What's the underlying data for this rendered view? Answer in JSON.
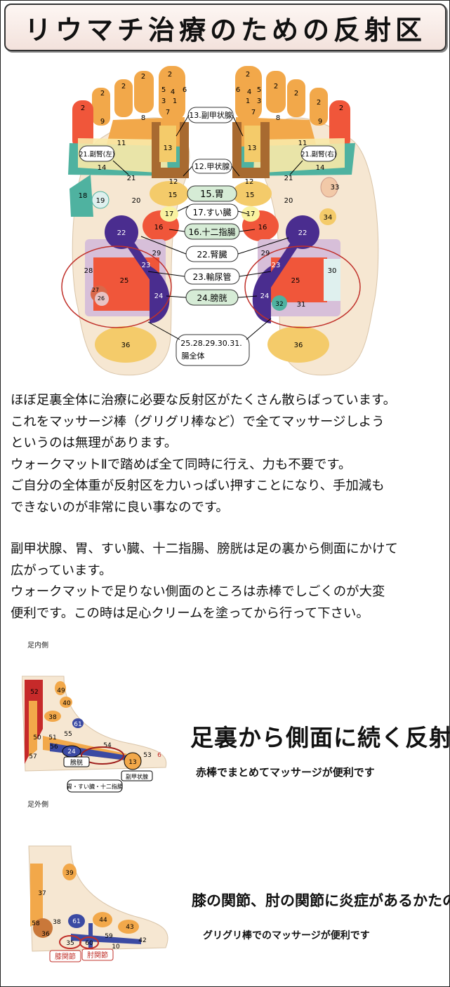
{
  "title": "リウマチ治療のための反射区",
  "diagram": {
    "zones": {
      "n2": "2",
      "n3": "3",
      "n4": "4",
      "n5": "5",
      "n6": "6",
      "n1": "1",
      "n7": "7",
      "n8": "8",
      "n9": "9",
      "n11": "11",
      "n12": "12",
      "n13": "13",
      "n14": "14",
      "n15": "15",
      "n16": "16",
      "n17": "17",
      "n18": "18",
      "n19": "19",
      "n20": "20",
      "n21": "21",
      "n22": "22",
      "n23": "23",
      "n24": "24",
      "n25": "25",
      "n26": "26",
      "n27": "27",
      "n28": "28",
      "n29": "29",
      "n30": "30",
      "n31": "31",
      "n32": "32",
      "n33": "33",
      "n34": "34",
      "n36": "36"
    },
    "labels": {
      "adrenal": "13.副甲状腺",
      "thyroid": "12.甲状腺",
      "stomach": "15.胃",
      "pancreas": "17.すい臓",
      "duodenum": "16.十二指腸",
      "kidney": "22.腎臓",
      "ureter": "23.輸尿管",
      "bladder": "24.膀胱",
      "intestine_line1": "25.28.29.30.31.",
      "intestine_line2": "腸全体",
      "adrenal_left": "21.副腎(左)",
      "adrenal_right": "21.副腎(右)"
    }
  },
  "body_text": {
    "p1": [
      "ほぼ足裏全体に治療に必要な反射区がたくさん散らばっています。",
      "これをマッサージ棒（グリグリ棒など）で全てマッサージしよう",
      "というのは無理があります。",
      "ウォークマットⅡで踏めば全て同時に行え、力も不要です。",
      "ご自分の全体重が反射区を力いっぱい押すことになり、手加減も",
      "できないのが非常に良い事なのです。"
    ],
    "p2": [
      "副甲状腺、胃、すい臓、十二指腸、膀胱は足の裏から側面にかけて",
      "広がっています。",
      "ウォークマットで足りない側面のところは赤棒でしごくのが大変",
      "便利です。この時は足心クリームを塗ってから行って下さい。"
    ]
  },
  "inner_foot": {
    "section_label": "足内側",
    "numbers": [
      "52",
      "49",
      "40",
      "38",
      "61",
      "55",
      "50",
      "51",
      "56",
      "57",
      "24",
      "54",
      "13",
      "53",
      "6"
    ],
    "tags": {
      "bladder": "膀胱",
      "adrenal": "副甲状腺",
      "digestive": "胃・すい臓・十二指腸"
    },
    "heading": "足裏から側面に続く反射区",
    "subheading": "赤棒でまとめてマッサージが便利です"
  },
  "outer_foot": {
    "section_label": "足外側",
    "numbers": [
      "39",
      "37",
      "58",
      "38",
      "61",
      "44",
      "43",
      "36",
      "35",
      "60",
      "59",
      "10",
      "42"
    ],
    "tags": {
      "knee": "膝関節",
      "elbow": "肘関節"
    },
    "heading": "膝の関節、肘の関節に炎症があるかたの反射区",
    "subheading": "グリグリ棒でのマッサージが便利です"
  },
  "colors": {
    "skin": "#f6e7d2",
    "orange": "#f2a84a",
    "red_orange": "#f0563a",
    "purple": "#4a2d8f",
    "teal": "#4fb2a0",
    "pale_yellow": "#f9e9a8",
    "lavender": "#d7bfd9",
    "brown": "#9a6a3a"
  }
}
